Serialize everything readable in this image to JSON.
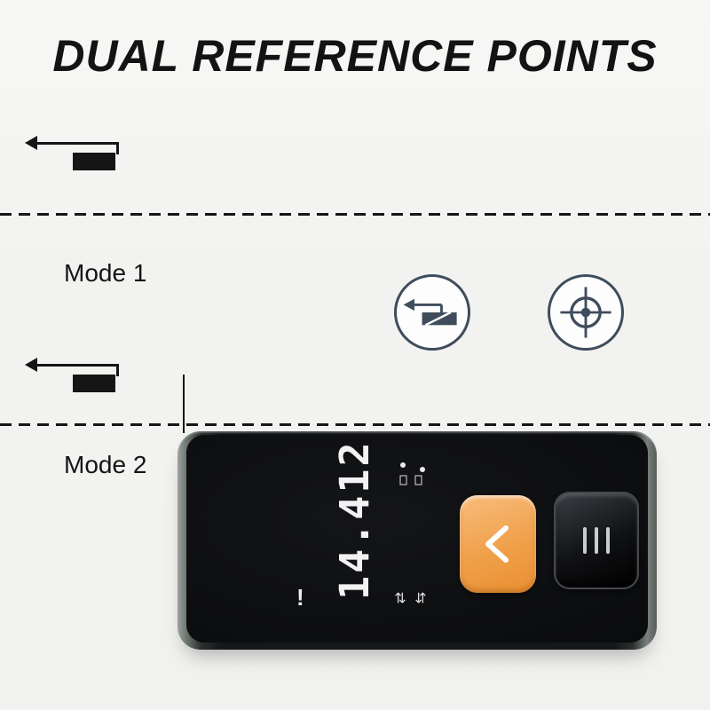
{
  "header": {
    "title": "DUAL REFERENCE POINTS"
  },
  "sections": {
    "mode1": {
      "label": "Mode 1"
    },
    "mode2": {
      "label": "Mode 2"
    }
  },
  "icons": {
    "front_reference_badge": "device-with-arrow-icon",
    "target_badge": "crosshair-target-icon",
    "measure_arrow": "left-arrow-icon",
    "ref_a": "⇄",
    "ref_b": "⇆"
  },
  "device": {
    "display_value": "14.412",
    "alert_glyph": "!"
  },
  "colors": {
    "background": "#f2f2f0",
    "ink": "#151515",
    "icon_stroke": "#3f4c5c",
    "device_face": "#0b0c0e",
    "accent_orange": "#f0a04a",
    "display_text": "#f2f2f2"
  }
}
